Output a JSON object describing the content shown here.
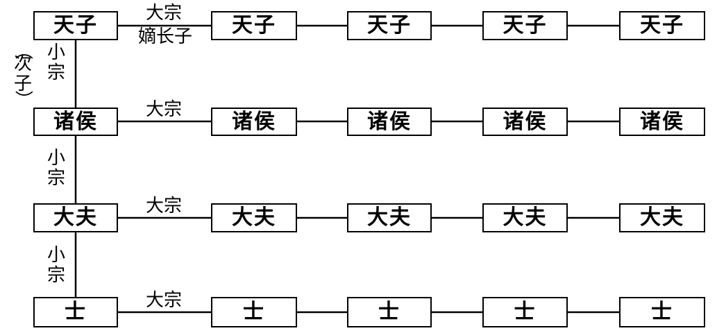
{
  "rows": [
    {
      "boxes": [
        "天子",
        "天子",
        "天子",
        "天子",
        "天子"
      ],
      "first_link_top": "大宗",
      "first_link_bottom": "嫡长子"
    },
    {
      "boxes": [
        "诸侯",
        "诸侯",
        "诸侯",
        "诸侯",
        "诸侯"
      ],
      "first_link_top": "大宗"
    },
    {
      "boxes": [
        "大夫",
        "大夫",
        "大夫",
        "大夫",
        "大夫"
      ],
      "first_link_top": "大宗"
    },
    {
      "boxes": [
        "士",
        "士",
        "士",
        "士",
        "士"
      ],
      "first_link_top": "大宗"
    }
  ],
  "vertical_links": [
    {
      "label": "小宗",
      "note": "次子"
    },
    {
      "label": "小宗"
    },
    {
      "label": "小宗"
    }
  ],
  "note_parens": {
    "open": "（",
    "close": "）"
  }
}
